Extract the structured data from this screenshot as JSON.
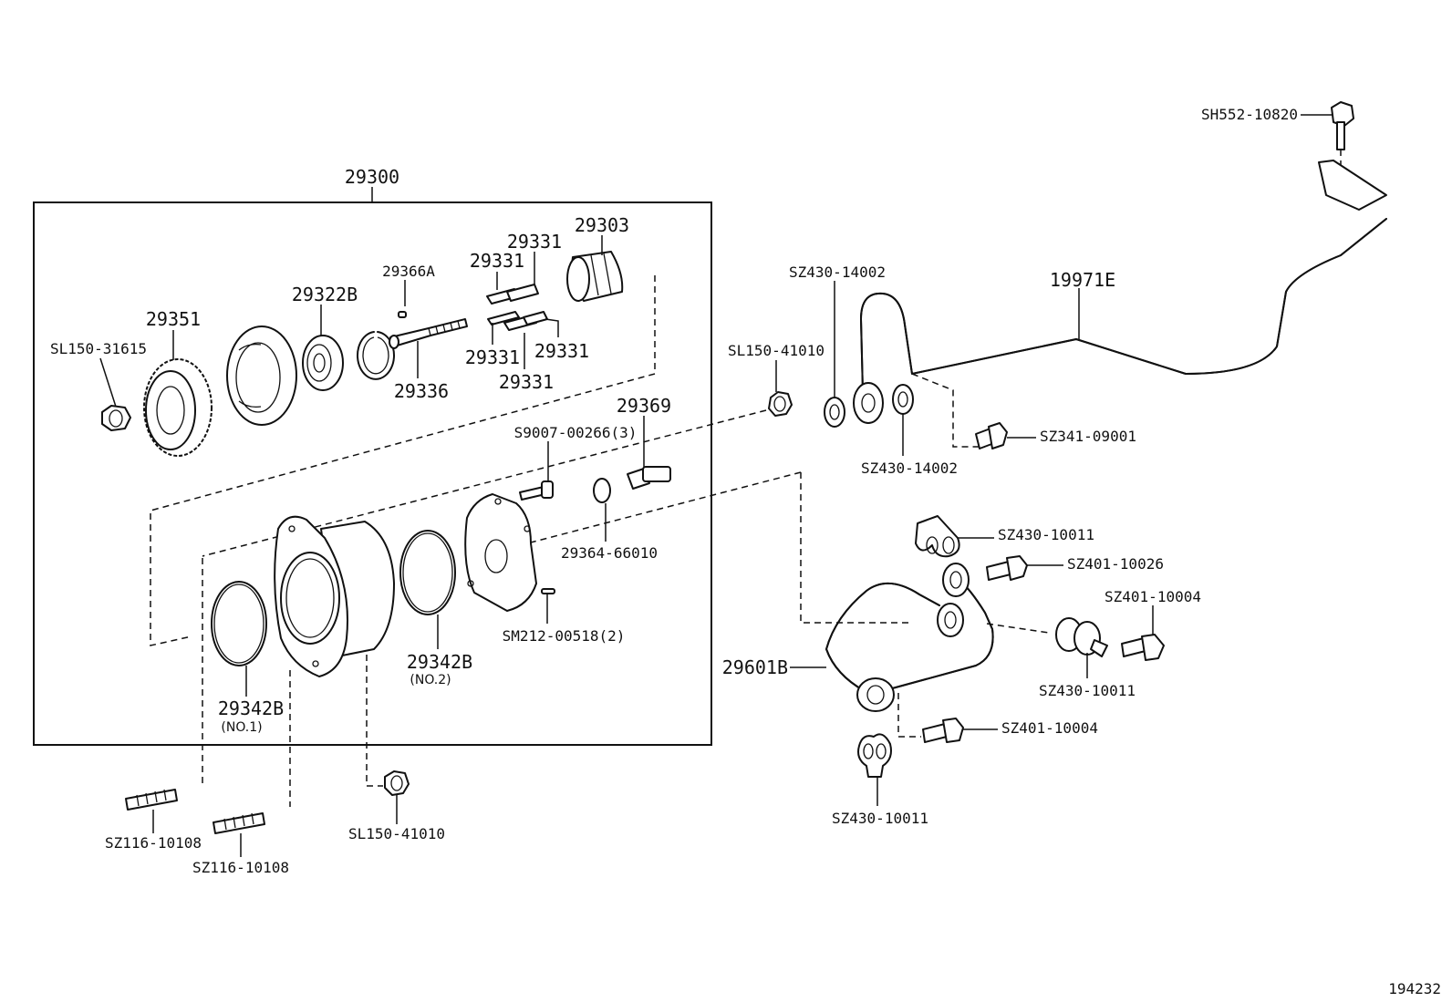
{
  "assembly": {
    "label": "29300"
  },
  "parts": {
    "gear": "29351",
    "nut_gear": "SL150-31615",
    "bearing": "29322B",
    "key": "29366A",
    "shaft": "29336",
    "vane_a": "29331",
    "vane_b": "29331",
    "vane_c": "29331",
    "vane_d": "29331",
    "vane_e": "29331",
    "rotor": "29303",
    "screw": "S9007-00266(3)",
    "union_bolt": "29369",
    "gasket_small": "29364-66010",
    "pin": "SM212-00518(2)",
    "oring_no2": "29342B",
    "oring_no2_note": "(NO.2)",
    "oring_no1": "29342B",
    "oring_no1_note": "(NO.1)",
    "stud_a": "SZ116-10108",
    "stud_b": "SZ116-10108",
    "nut_bottom": "SL150-41010",
    "nut_top": "SL150-41010",
    "gasket_top_a": "SZ430-14002",
    "gasket_top_b": "SZ430-14002",
    "vacuum_pipe": "19971E",
    "bolt_top": "SH552-10820",
    "bolt_union": "SZ341-09001",
    "gasket_r1": "SZ430-10011",
    "bolt_r1": "SZ401-10026",
    "bolt_r2": "SZ401-10004",
    "gasket_r2": "SZ430-10011",
    "oil_pipe": "29601B",
    "bolt_r3": "SZ401-10004",
    "gasket_r3": "SZ430-10011"
  },
  "figure_id": "194232"
}
